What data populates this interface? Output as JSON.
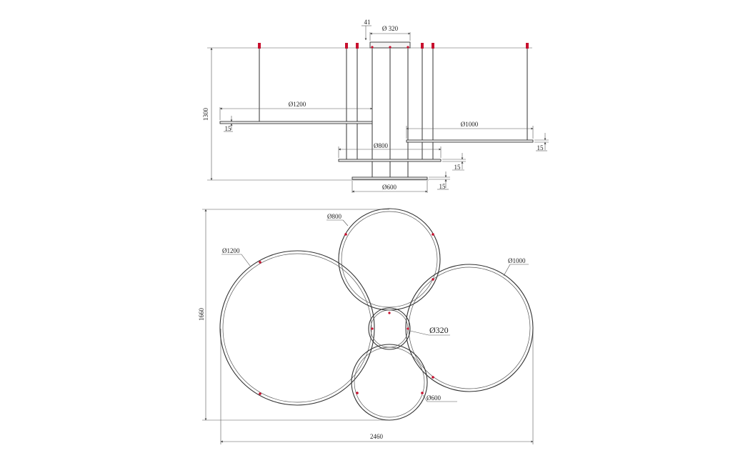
{
  "elevation_view": {
    "dimensions": {
      "height": "1300",
      "offset": "41",
      "canopy_diameter": "Ø 320",
      "ring_1200": "Ø1200",
      "ring_1000": "Ø1000",
      "ring_800": "Ø800",
      "ring_600": "Ø600",
      "thickness_1200": "15",
      "thickness_1000": "15",
      "thickness_800": "15",
      "thickness_600": "15"
    }
  },
  "plan_view": {
    "dimensions": {
      "depth": "1660",
      "width": "2460",
      "ring_1200": "Ø1200",
      "ring_1000": "Ø1000",
      "ring_800": "Ø800",
      "ring_600": "Ø600",
      "canopy": "Ø320"
    }
  },
  "colors": {
    "line": "#333333",
    "mount_point": "#c8102e"
  }
}
